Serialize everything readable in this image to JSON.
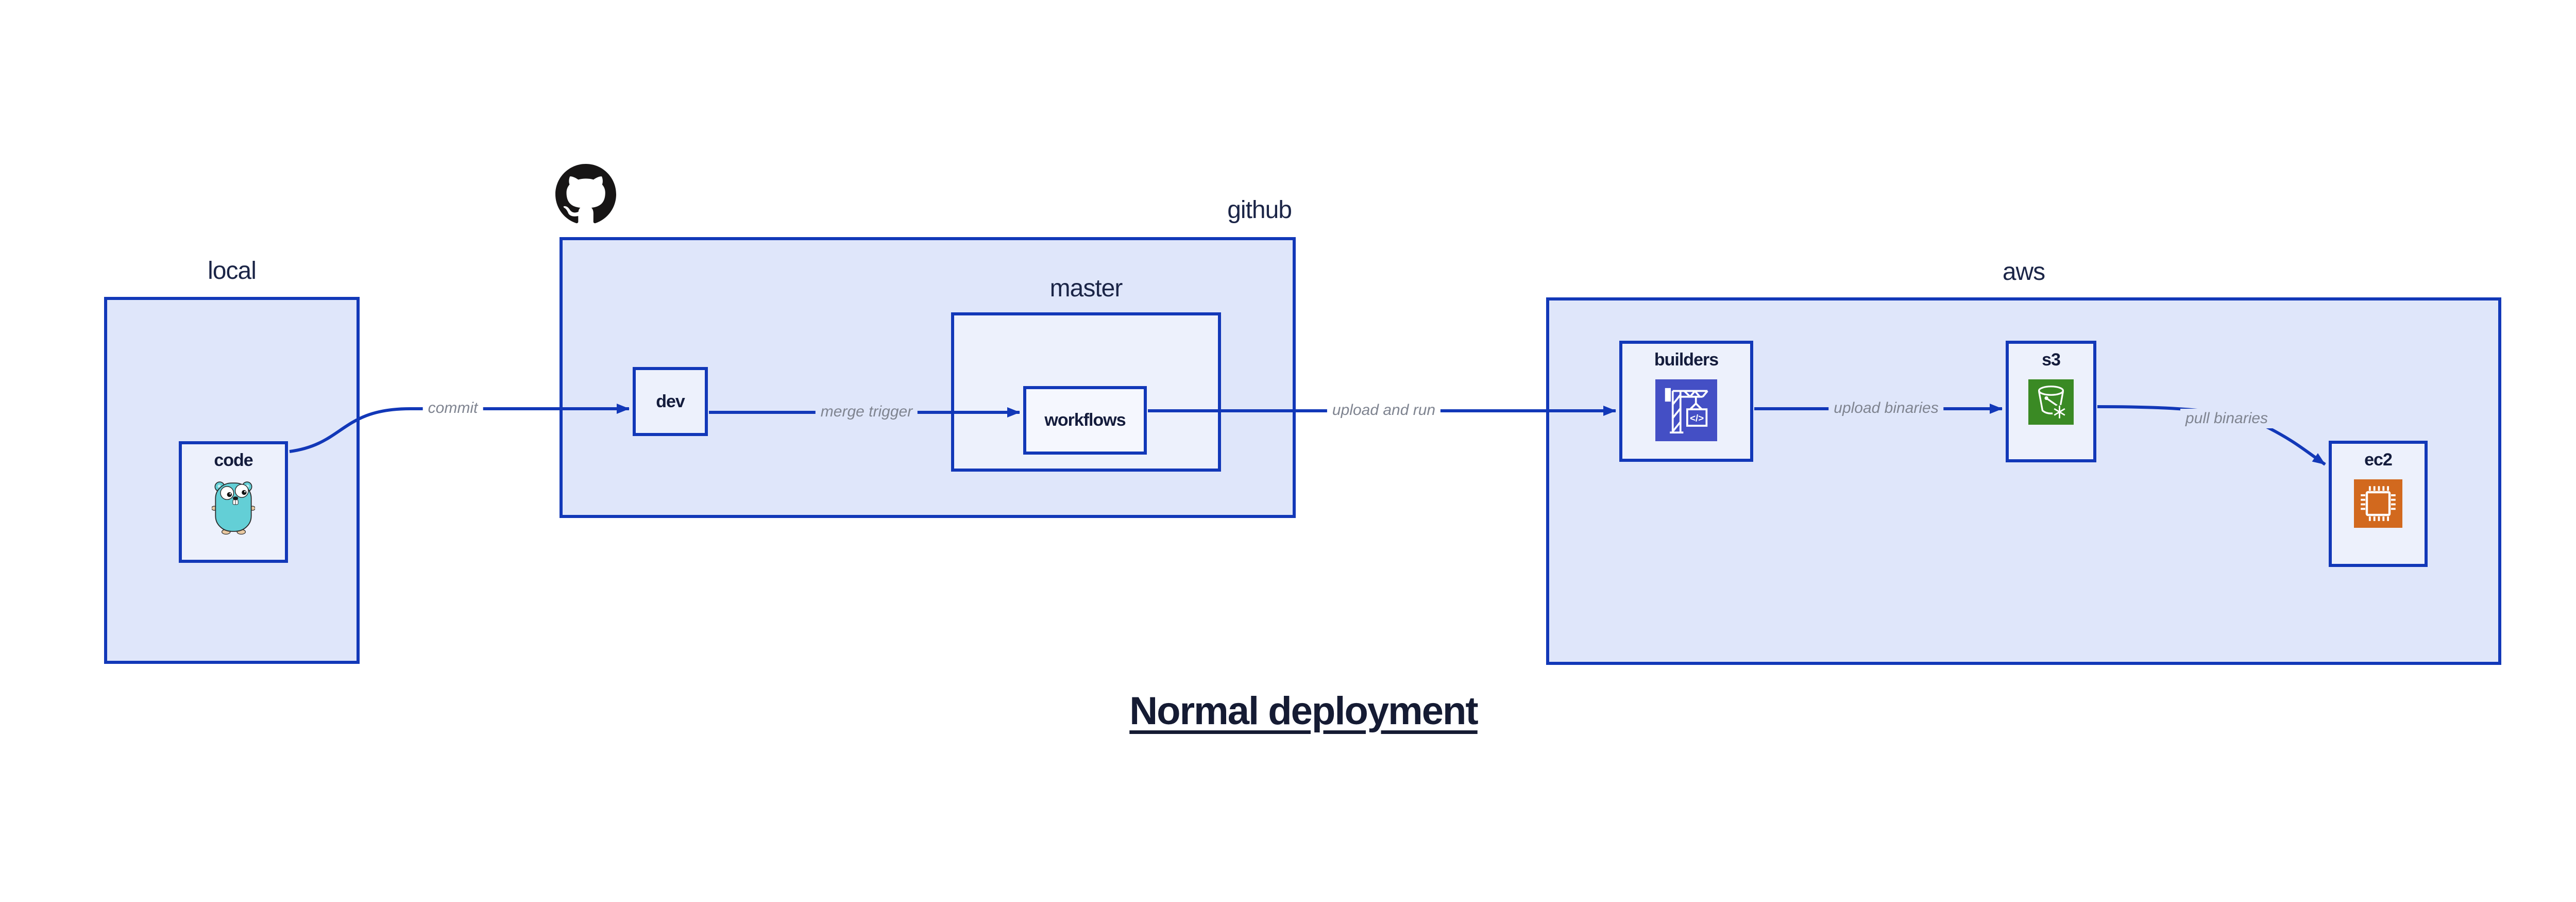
{
  "diagram_title": "Normal deployment",
  "containers": {
    "local": {
      "label": "local"
    },
    "github": {
      "label": "github"
    },
    "master": {
      "label": "master"
    },
    "aws": {
      "label": "aws"
    }
  },
  "nodes": {
    "code": {
      "label": "code",
      "icon": "go-gopher-icon"
    },
    "dev": {
      "label": "dev"
    },
    "workflows": {
      "label": "workflows"
    },
    "builders": {
      "label": "builders",
      "icon": "aws-codebuild-crane-icon"
    },
    "s3": {
      "label": "s3",
      "icon": "s3-bucket-icon"
    },
    "ec2": {
      "label": "ec2",
      "icon": "ec2-chip-icon"
    }
  },
  "edges": [
    {
      "from": "code",
      "to": "dev",
      "label": "commit"
    },
    {
      "from": "dev",
      "to": "workflows",
      "label": "merge trigger"
    },
    {
      "from": "workflows",
      "to": "builders",
      "label": "upload and run"
    },
    {
      "from": "builders",
      "to": "s3",
      "label": "upload binaries"
    },
    {
      "from": "s3",
      "to": "ec2",
      "label": "pull binaries"
    }
  ],
  "logos": {
    "github_mark": "github-octocat-icon"
  },
  "colors": {
    "edge_blue": "#1238b8",
    "container_fill": "#dfe6fa",
    "node_fill": "#edf1fc",
    "inner_node_fill": "#f5f7fe",
    "dark_text": "#141c3c",
    "edge_label_gray": "#7f8490",
    "codebuild_indigo": "#444fc5",
    "s3_green": "#3a8a24",
    "ec2_orange": "#d2691e",
    "gopher_teal": "#63cfd6",
    "github_black": "#171515"
  }
}
